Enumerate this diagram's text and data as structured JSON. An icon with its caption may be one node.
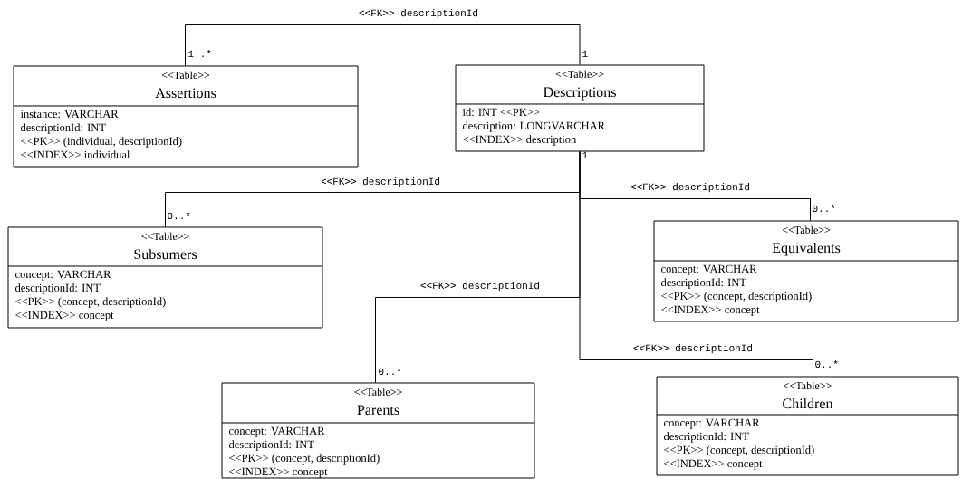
{
  "diagram": {
    "nodes": [
      {
        "text": [
          "<<Table>>",
          "Assertions",
          "instance: VARCHAR",
          "descriptionId: INT",
          "<<PK>> (individual, descriptionId)",
          "<<INDEX>> individual"
        ]
      },
      {
        "text": [
          "<<Table>>",
          "Descriptions",
          "id: INT <<PK>>",
          "description: LONGVARCHAR",
          "<<INDEX>> description"
        ]
      },
      {
        "text": [
          "<<Table>>",
          "Subsumers",
          "concept: VARCHAR",
          "descriptionId: INT",
          "<<PK>> (concept, descriptionId)",
          "<<INDEX>> concept"
        ]
      },
      {
        "text": [
          "<<Table>>",
          "Equivalents",
          "concept: VARCHAR",
          "descriptionId: INT",
          "<<PK>> (concept, descriptionId)",
          "<<INDEX>> concept"
        ]
      },
      {
        "text": [
          "<<Table>>",
          "Parents",
          "concept: VARCHAR",
          "descriptionId: INT",
          "<<PK>> (concept, descriptionId)",
          "<<INDEX>> concept"
        ]
      },
      {
        "text": [
          "<<Table>>",
          "Children",
          "concept: VARCHAR",
          "descriptionId: INT",
          "<<PK>> (concept, descriptionId)",
          "<<INDEX>> concept"
        ]
      }
    ],
    "edges": [
      {
        "from": 0,
        "to": 1,
        "arrow": "none",
        "label": "<<FK>> descriptionId"
      },
      {
        "from": 2,
        "to": 1,
        "arrow": "none",
        "label": "<<FK>> descriptionId"
      },
      {
        "from": 3,
        "to": 1,
        "arrow": "none",
        "label": "<<FK>> descriptionId"
      },
      {
        "from": 4,
        "to": 1,
        "arrow": "none",
        "label": "<<FK>> descriptionId"
      },
      {
        "from": 5,
        "to": 1,
        "arrow": "none",
        "label": "<<FK>> descriptionId"
      }
    ],
    "labels": [
      "1..*",
      "1",
      "1",
      "0..*",
      "0..*",
      "0..*",
      "0..*"
    ]
  }
}
